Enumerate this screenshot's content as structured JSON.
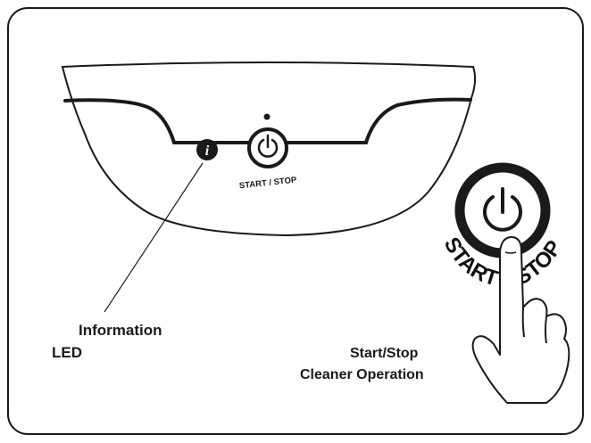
{
  "panel": {
    "start_stop_label": "START / STOP",
    "info_icon_glyph": "i"
  },
  "callouts": {
    "information_line1": "Information",
    "information_line2": "LED",
    "start_stop_line1": "Start/Stop",
    "start_stop_line2": "Cleaner Operation"
  },
  "big_button": {
    "label_left": "START",
    "label_right": "STOP"
  },
  "icons": [
    "power-icon",
    "info-icon",
    "pointing-hand-icon"
  ],
  "colors": {
    "ink": "#1a1a1a",
    "background": "#ffffff",
    "panel_fill": "#ffffff"
  }
}
